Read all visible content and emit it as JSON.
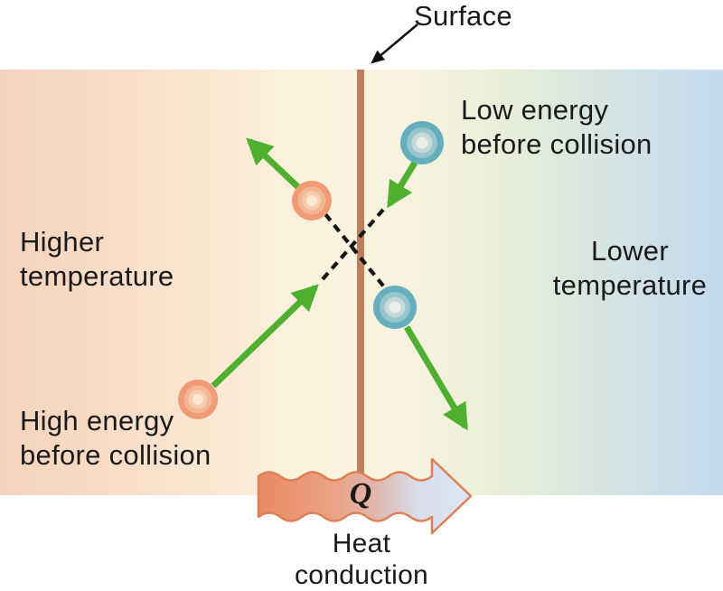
{
  "figure": {
    "description": "Heat conduction across a surface: high-energy molecules on the hot side collide at the surface with low-energy molecules on the cold side, transferring heat Q from higher to lower temperature."
  },
  "labels": {
    "surface": "Surface",
    "higher_temperature": "Higher\ntemperature",
    "lower_temperature": "Lower\ntemperature",
    "low_energy": "Low energy\nbefore collision",
    "high_energy": "High energy\nbefore collision",
    "heat_symbol": "Q",
    "heat_caption": "Heat\nconduction"
  },
  "colors": {
    "hot_side_background": "#f6d4bc",
    "center_background": "#fbf2dd",
    "cold_side_background": "#c3daee",
    "surface_line": "#bb7f5e",
    "motion_arrow_green": "#4fb02f",
    "hot_molecule_orange": "#ee9b76",
    "cold_molecule_blue": "#64aebe",
    "heat_arrow_hot_end": "#e98a61",
    "heat_arrow_cold_end": "#dce8f6",
    "dashed_path": "#161616",
    "text": "#1a1a1a"
  }
}
